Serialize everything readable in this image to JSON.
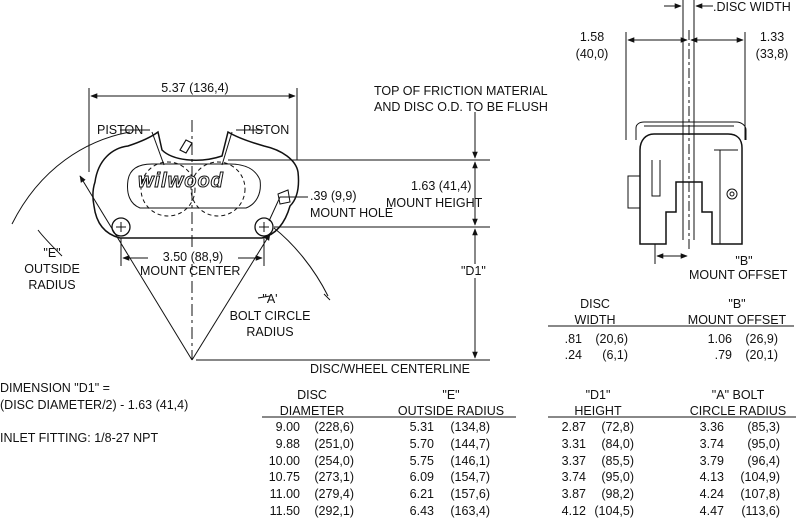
{
  "top_view": {
    "overall_width": "5.37 (136,4)",
    "piston_left": "PISTON",
    "piston_right": "PISTON",
    "mount_hole": ".39 (9,9)",
    "mount_hole_label": "MOUNT HOLE",
    "mount_height_value": "1.63 (41,4)",
    "mount_height_label": "MOUNT HEIGHT",
    "flush_note_line1": "TOP OF FRICTION MATERIAL",
    "flush_note_line2": "AND DISC O.D. TO BE FLUSH",
    "mount_center_value": "3.50 (88,9)",
    "mount_center_label": "MOUNT CENTER",
    "outside_radius_line1": "\"E\"",
    "outside_radius_line2": "OUTSIDE",
    "outside_radius_line3": "RADIUS",
    "bolt_circle_line1": "\"A'",
    "bolt_circle_line2": "BOLT CIRCLE",
    "bolt_circle_line3": "RADIUS",
    "d1_label": "\"D1\"",
    "centerline_label": "DISC/WHEEL CENTERLINE",
    "logo_text": "wilwood"
  },
  "side_view": {
    "disc_width_label": ".DISC WIDTH",
    "left_dim_line1": "1.58",
    "left_dim_line2": "(40,0)",
    "right_dim_line1": "1.33",
    "right_dim_line2": "(33,8)",
    "offset_label_line1": "\"B\"",
    "offset_label_line2": "MOUNT OFFSET"
  },
  "notes": {
    "d1_formula_line1": "DIMENSION \"D1\" =",
    "d1_formula_line2": "(DISC DIAMETER/2) - 1.63 (41,4)",
    "inlet_fitting": "INLET FITTING: 1/8-27 NPT"
  },
  "offset_table": {
    "headers": {
      "disc_width_line1": "DISC",
      "disc_width_line2": "WIDTH",
      "offset_line1": "\"B\"",
      "offset_line2": "MOUNT OFFSET"
    },
    "rows": [
      {
        "width_in": ".81",
        "width_mm": "(20,6)",
        "offset_in": "1.06",
        "offset_mm": "(26,9)"
      },
      {
        "width_in": ".24",
        "width_mm": "(6,1)",
        "offset_in": ".79",
        "offset_mm": "(20,1)"
      }
    ]
  },
  "size_table": {
    "headers": {
      "diameter_line1": "DISC",
      "diameter_line2": "DIAMETER",
      "radius_line1": "\"E\"",
      "radius_line2": "OUTSIDE RADIUS",
      "height_line1": "\"D1\"",
      "height_line2": "HEIGHT",
      "bolt_line1": "\"A\" BOLT",
      "bolt_line2": "CIRCLE RADIUS"
    },
    "rows": [
      {
        "dia_in": "9.00",
        "dia_mm": "(228,6)",
        "e_in": "5.31",
        "e_mm": "(134,8)",
        "d1_in": "2.87",
        "d1_mm": "(72,8)",
        "a_in": "3.36",
        "a_mm": "(85,3)"
      },
      {
        "dia_in": "9.88",
        "dia_mm": "(251,0)",
        "e_in": "5.70",
        "e_mm": "(144,7)",
        "d1_in": "3.31",
        "d1_mm": "(84,0)",
        "a_in": "3.74",
        "a_mm": "(95,0)"
      },
      {
        "dia_in": "10.00",
        "dia_mm": "(254,0)",
        "e_in": "5.75",
        "e_mm": "(146,1)",
        "d1_in": "3.37",
        "d1_mm": "(85,5)",
        "a_in": "3.79",
        "a_mm": "(96,4)"
      },
      {
        "dia_in": "10.75",
        "dia_mm": "(273,1)",
        "e_in": "6.09",
        "e_mm": "(154,7)",
        "d1_in": "3.74",
        "d1_mm": "(95,0)",
        "a_in": "4.13",
        "a_mm": "(104,9)"
      },
      {
        "dia_in": "11.00",
        "dia_mm": "(279,4)",
        "e_in": "6.21",
        "e_mm": "(157,6)",
        "d1_in": "3.87",
        "d1_mm": "(98,2)",
        "a_in": "4.24",
        "a_mm": "(107,8)"
      },
      {
        "dia_in": "11.50",
        "dia_mm": "(292,1)",
        "e_in": "6.43",
        "e_mm": "(163,4)",
        "d1_in": "4.12",
        "d1_mm": "(104,5)",
        "a_in": "4.47",
        "a_mm": "(113,6)"
      }
    ]
  }
}
